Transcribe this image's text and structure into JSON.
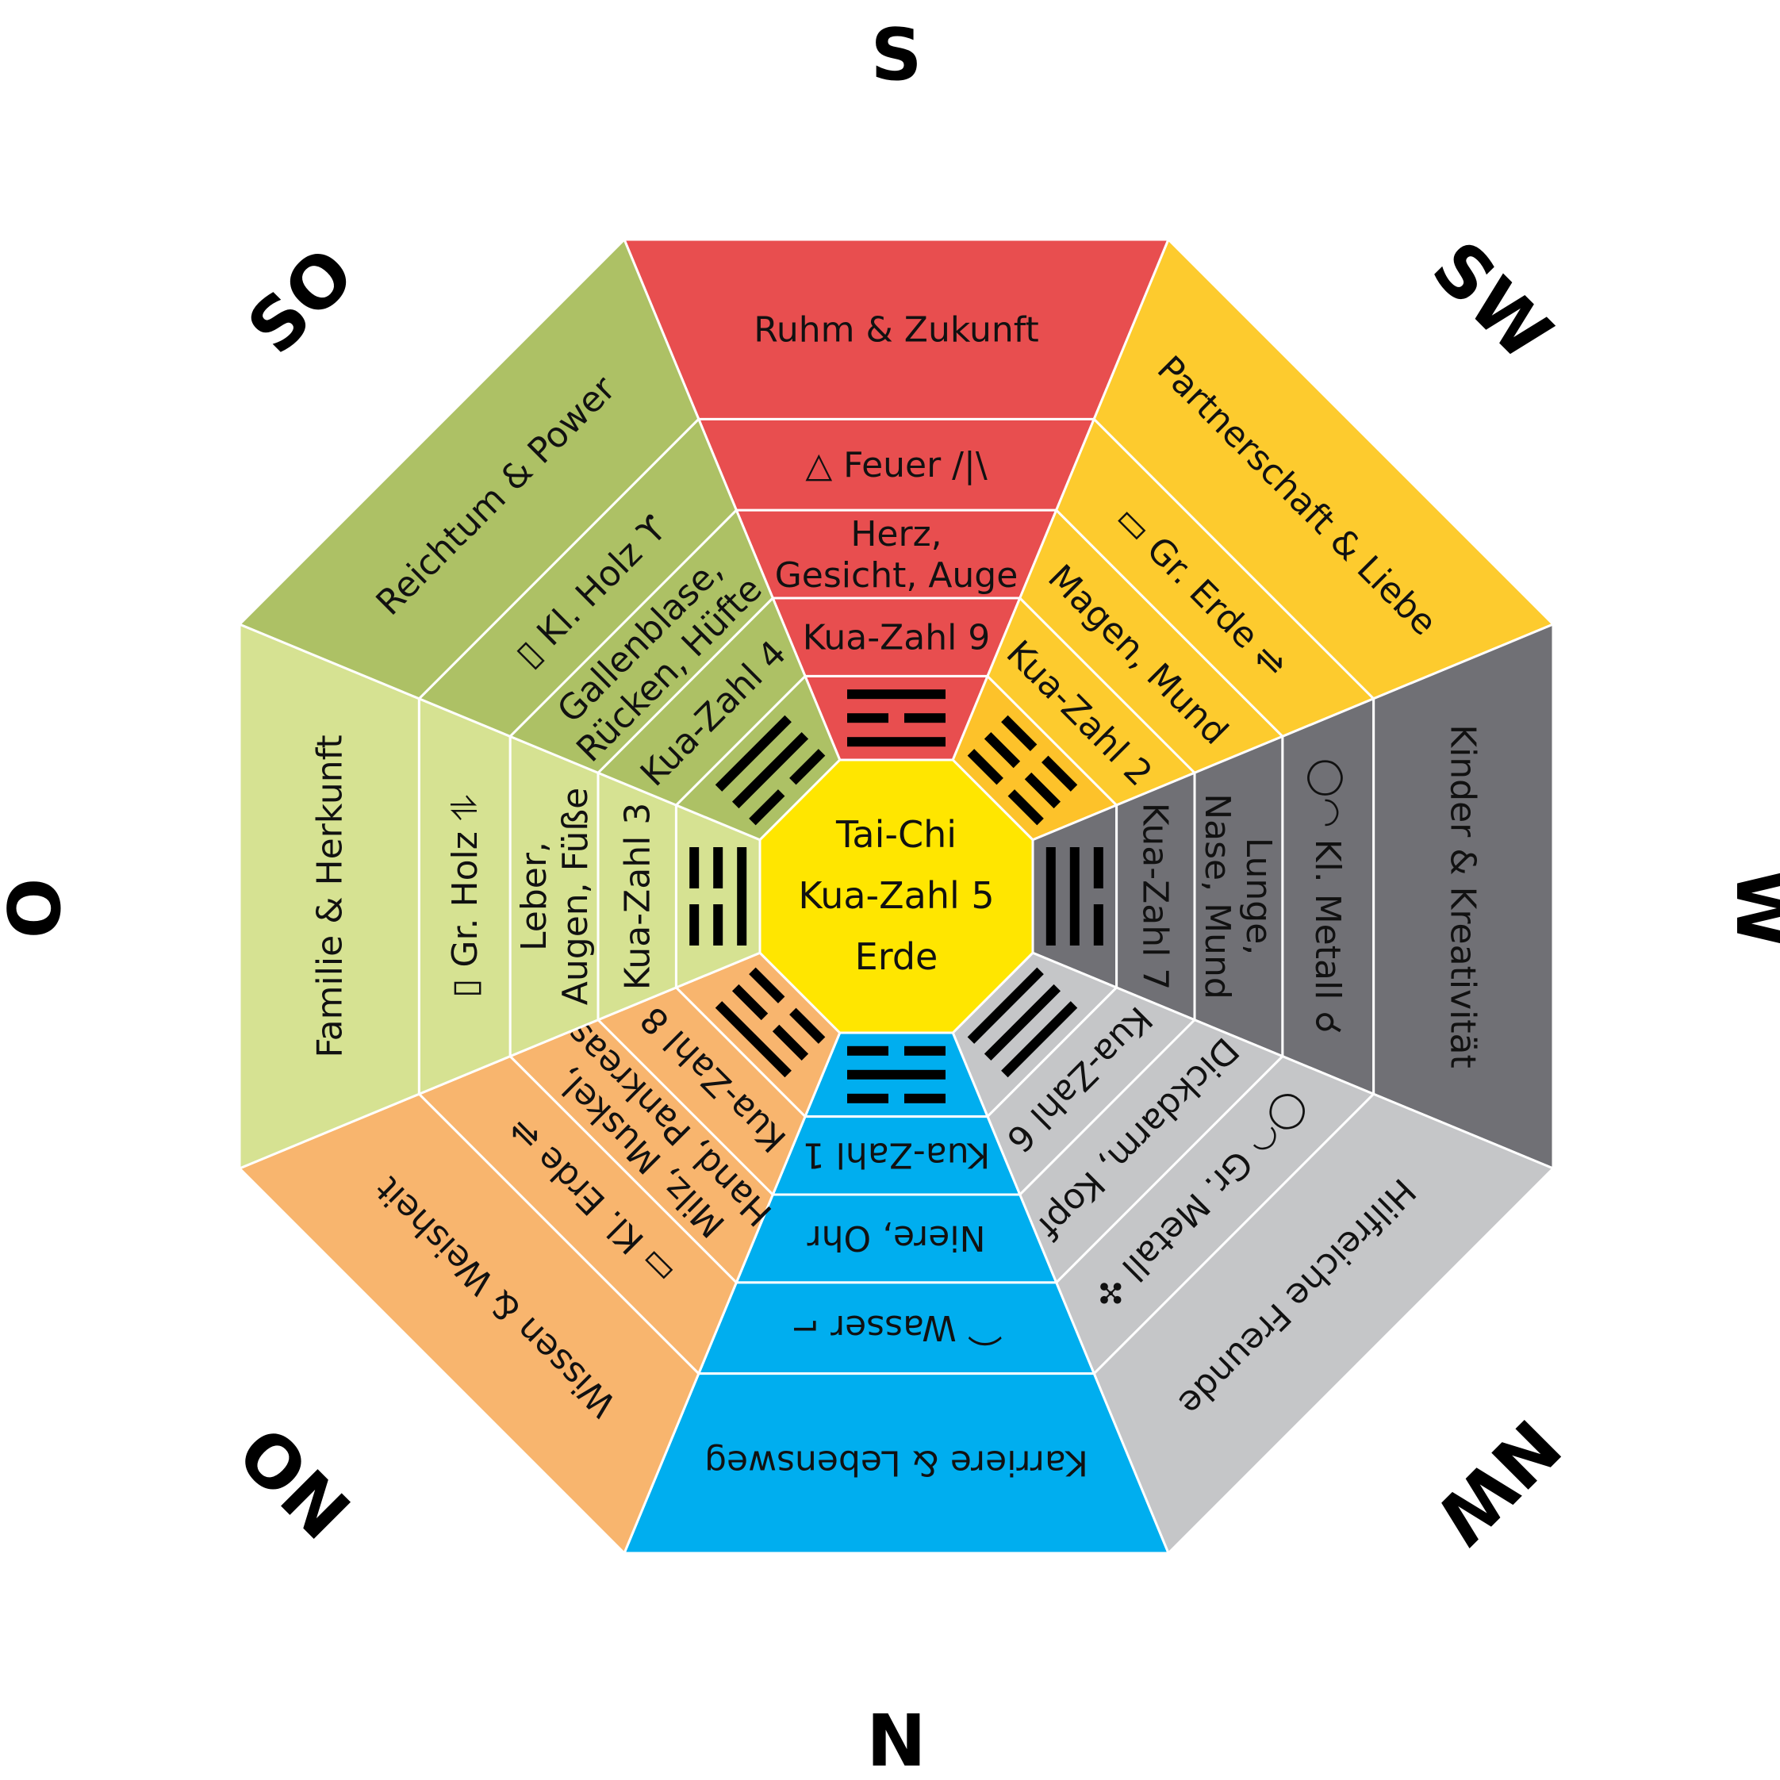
{
  "directions": {
    "s": "S",
    "sw": "SW",
    "w": "W",
    "nw": "NW",
    "n": "N",
    "no": "NO",
    "o": "O",
    "so": "SO"
  },
  "center": {
    "line1": "Tai-Chi",
    "line2": "Kua-Zahl 5",
    "line3": "Erde",
    "color": "#FFE600"
  },
  "sectors": [
    {
      "key": "south",
      "color": "#E84E4F",
      "bands": [
        "Ruhm & Zukunft",
        "△ Feuer /|\\",
        "Herz,\nGesicht, Auge",
        "Kua-Zahl 9"
      ],
      "trigram": [
        1,
        0,
        1
      ]
    },
    {
      "key": "southwest",
      "color": "#FDCB2E",
      "bands": [
        "Partnerschaft & Liebe",
        "▭ Gr. Erde ⇌",
        "Magen, Mund",
        "Kua-Zahl 2"
      ],
      "trigram": [
        0,
        0,
        0
      ]
    },
    {
      "key": "west",
      "color": "#707075",
      "bands": [
        "Kinder & Kreativität",
        "◯◠ Kl. Metall ☌",
        "Lunge,\nNase, Mund",
        "Kua-Zahl 7"
      ],
      "trigram": [
        0,
        1,
        1
      ]
    },
    {
      "key": "northwest",
      "color": "#C5C6C8",
      "bands": [
        "Hilfreiche Freunde",
        "◯◠ Gr. Metall ✣",
        "Dickdarm, Kopf",
        "Kua-Zahl 6"
      ],
      "trigram": [
        1,
        1,
        1
      ]
    },
    {
      "key": "north",
      "color": "#00AEEF",
      "bands": [
        "Karriere & Lebensweg",
        "⌒ Wasser ⌐",
        "Niere, Ohr",
        "Kua-Zahl 1"
      ],
      "trigram": [
        0,
        1,
        0
      ]
    },
    {
      "key": "northeast",
      "color": "#F8B56E",
      "bands": [
        "Wissen & Weisheit",
        "▭ Kl. Erde ⇌",
        "Milz, Muskel,\nHand, Pankreas",
        "Kua-Zahl 8"
      ],
      "trigram": [
        1,
        0,
        0
      ]
    },
    {
      "key": "east",
      "color": "#D6E292",
      "bands": [
        "Familie & Herkunft",
        "▯ Gr. Holz ⥮",
        "Leber,\nAugen, Füße",
        "Kua-Zahl 3"
      ],
      "trigram": [
        0,
        0,
        1
      ]
    },
    {
      "key": "southeast",
      "color": "#ADC165",
      "bands": [
        "Reichtum & Power",
        "▯ Kl. Holz ϒ",
        "Gallenblase,\nRücken, Hüfte",
        "Kua-Zahl 4"
      ],
      "trigram": [
        1,
        1,
        0
      ]
    }
  ]
}
